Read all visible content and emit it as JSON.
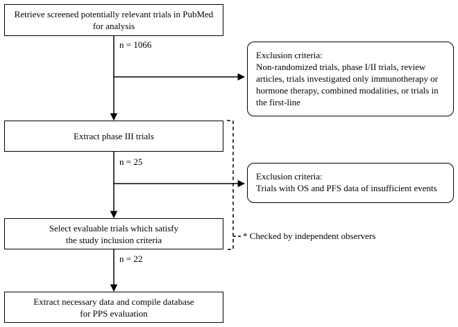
{
  "steps": [
    {
      "text": "Retrieve screened potentially relevant trials in PubMed\nfor analysis"
    },
    {
      "text": "Extract phase III trials"
    },
    {
      "text": "Select evaluable trials which satisfy\nthe study inclusion criteria"
    },
    {
      "text": "Extract necessary data and compile database\nfor PPS evaluation"
    }
  ],
  "counts": [
    "n = 1066",
    "n = 25",
    "n = 22"
  ],
  "exclusions": [
    {
      "title": "Exclusion criteria:",
      "body": "Non-randomized trials, phase I/II trials, review\narticles, trials investigated only immunotherapy or\nhormone therapy, combined modalities, or trials in\nthe first-line"
    },
    {
      "title": "Exclusion criteria:",
      "body": "Trials with OS and PFS data of insufficient events"
    }
  ],
  "note": "* Checked by independent observers"
}
